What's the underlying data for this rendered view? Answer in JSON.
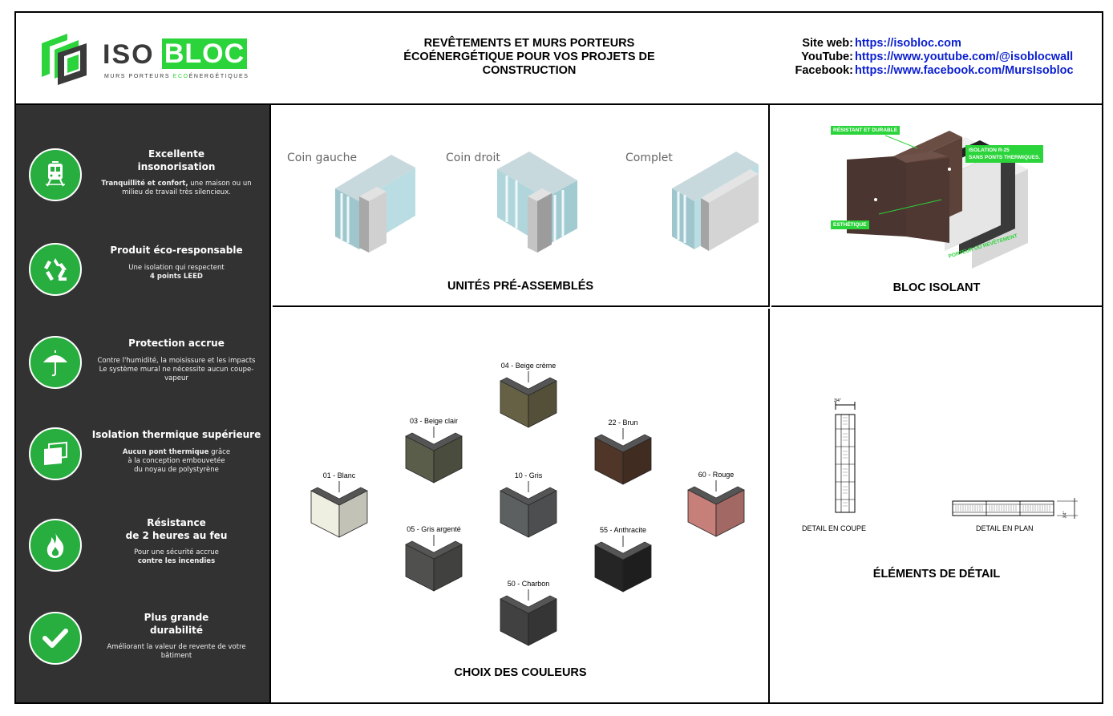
{
  "header": {
    "brand_iso": "ISO",
    "brand_bloc": "BLOC",
    "tagline_prefix": "MURS PORTEURS ",
    "tagline_eco": "ECO",
    "tagline_suffix": "ÉNERGÉTIQUES",
    "title_lines": [
      "REVÊTEMENTS ET MURS PORTEURS",
      "ÉCOÉNERGÉTIQUE POUR VOS PROJETS DE",
      "CONSTRUCTION"
    ],
    "links": [
      {
        "label": "Site web:",
        "url": "https://isobloc.com"
      },
      {
        "label": "YouTube:",
        "url": "https://www.youtube.com/@isoblocwall"
      },
      {
        "label": "Facebook:",
        "url": "https://www.facebook.com/MursIsobloc"
      }
    ]
  },
  "features": [
    {
      "icon": "train-icon",
      "title": [
        "Excellente",
        "insonorisation"
      ],
      "desc_bold": "Tranquillité et confort,",
      "desc": " une maison ou un milieu de travail très silencieux."
    },
    {
      "icon": "recycle-icon",
      "title": [
        "Produit éco-responsable"
      ],
      "desc": "Une isolation qui respectent",
      "desc_bold": "4 points LEED"
    },
    {
      "icon": "umbrella-icon",
      "title": [
        "Protection accrue"
      ],
      "desc": "Contre l'humidité, la moisissure et les impacts",
      "desc2": "Le système mural ne nécessite aucun coupe-vapeur"
    },
    {
      "icon": "panels-icon",
      "title": [
        "Isolation thermique supérieure"
      ],
      "desc_bold": "Aucun pont thermique",
      "desc": " grâce",
      "desc2": "à la conception embouvetée",
      "desc3": "du noyau de polystyrène"
    },
    {
      "icon": "fire-icon",
      "title": [
        "Résistance",
        "de 2 heures au feu"
      ],
      "desc": "Pour une sécurité accrue",
      "desc_bold": "contre les incendies"
    },
    {
      "icon": "checkmark-icon",
      "title": [
        "Plus grande",
        "durabilité"
      ],
      "desc": "Améliorant la valeur de revente de votre bâtiment"
    }
  ],
  "units": {
    "title": "UNITÉS PRÉ-ASSEMBLÉS",
    "items": [
      "Coin gauche",
      "Coin droit",
      "Complet"
    ]
  },
  "block": {
    "title": "BLOC ISOLANT",
    "callouts": [
      "RÉSISTANT ET DURABLE",
      "ISOLATION R-25",
      "SANS PONTS THERMIQUES.",
      "ESTHÉTIQUE",
      "PORTEUR OU REVÊTEMENT"
    ]
  },
  "colors": {
    "title": "CHOIX DES COULEURS",
    "items": [
      {
        "label": "04 - Beige crème",
        "color": "#5e5a40"
      },
      {
        "label": "03 - Beige clair",
        "color": "#545645"
      },
      {
        "label": "22 - Brun",
        "color": "#4a3226"
      },
      {
        "label": "01 - Blanc",
        "color": "#dcdcd0"
      },
      {
        "label": "10 - Gris",
        "color": "#56595a"
      },
      {
        "label": "60 - Rouge",
        "color": "#b87670"
      },
      {
        "label": "05 - Gris argenté",
        "color": "#4a4a48"
      },
      {
        "label": "55 - Anthracite",
        "color": "#222222"
      },
      {
        "label": "50 - Charbon",
        "color": "#3c3c3c"
      }
    ]
  },
  "detail": {
    "title": "ÉLÉMENTS DE DÉTAIL",
    "section_label": "DETAIL EN COUPE",
    "plan_label": "DETAIL EN PLAN",
    "dim_top": "3/4\"",
    "dim_side": "3/4\""
  }
}
